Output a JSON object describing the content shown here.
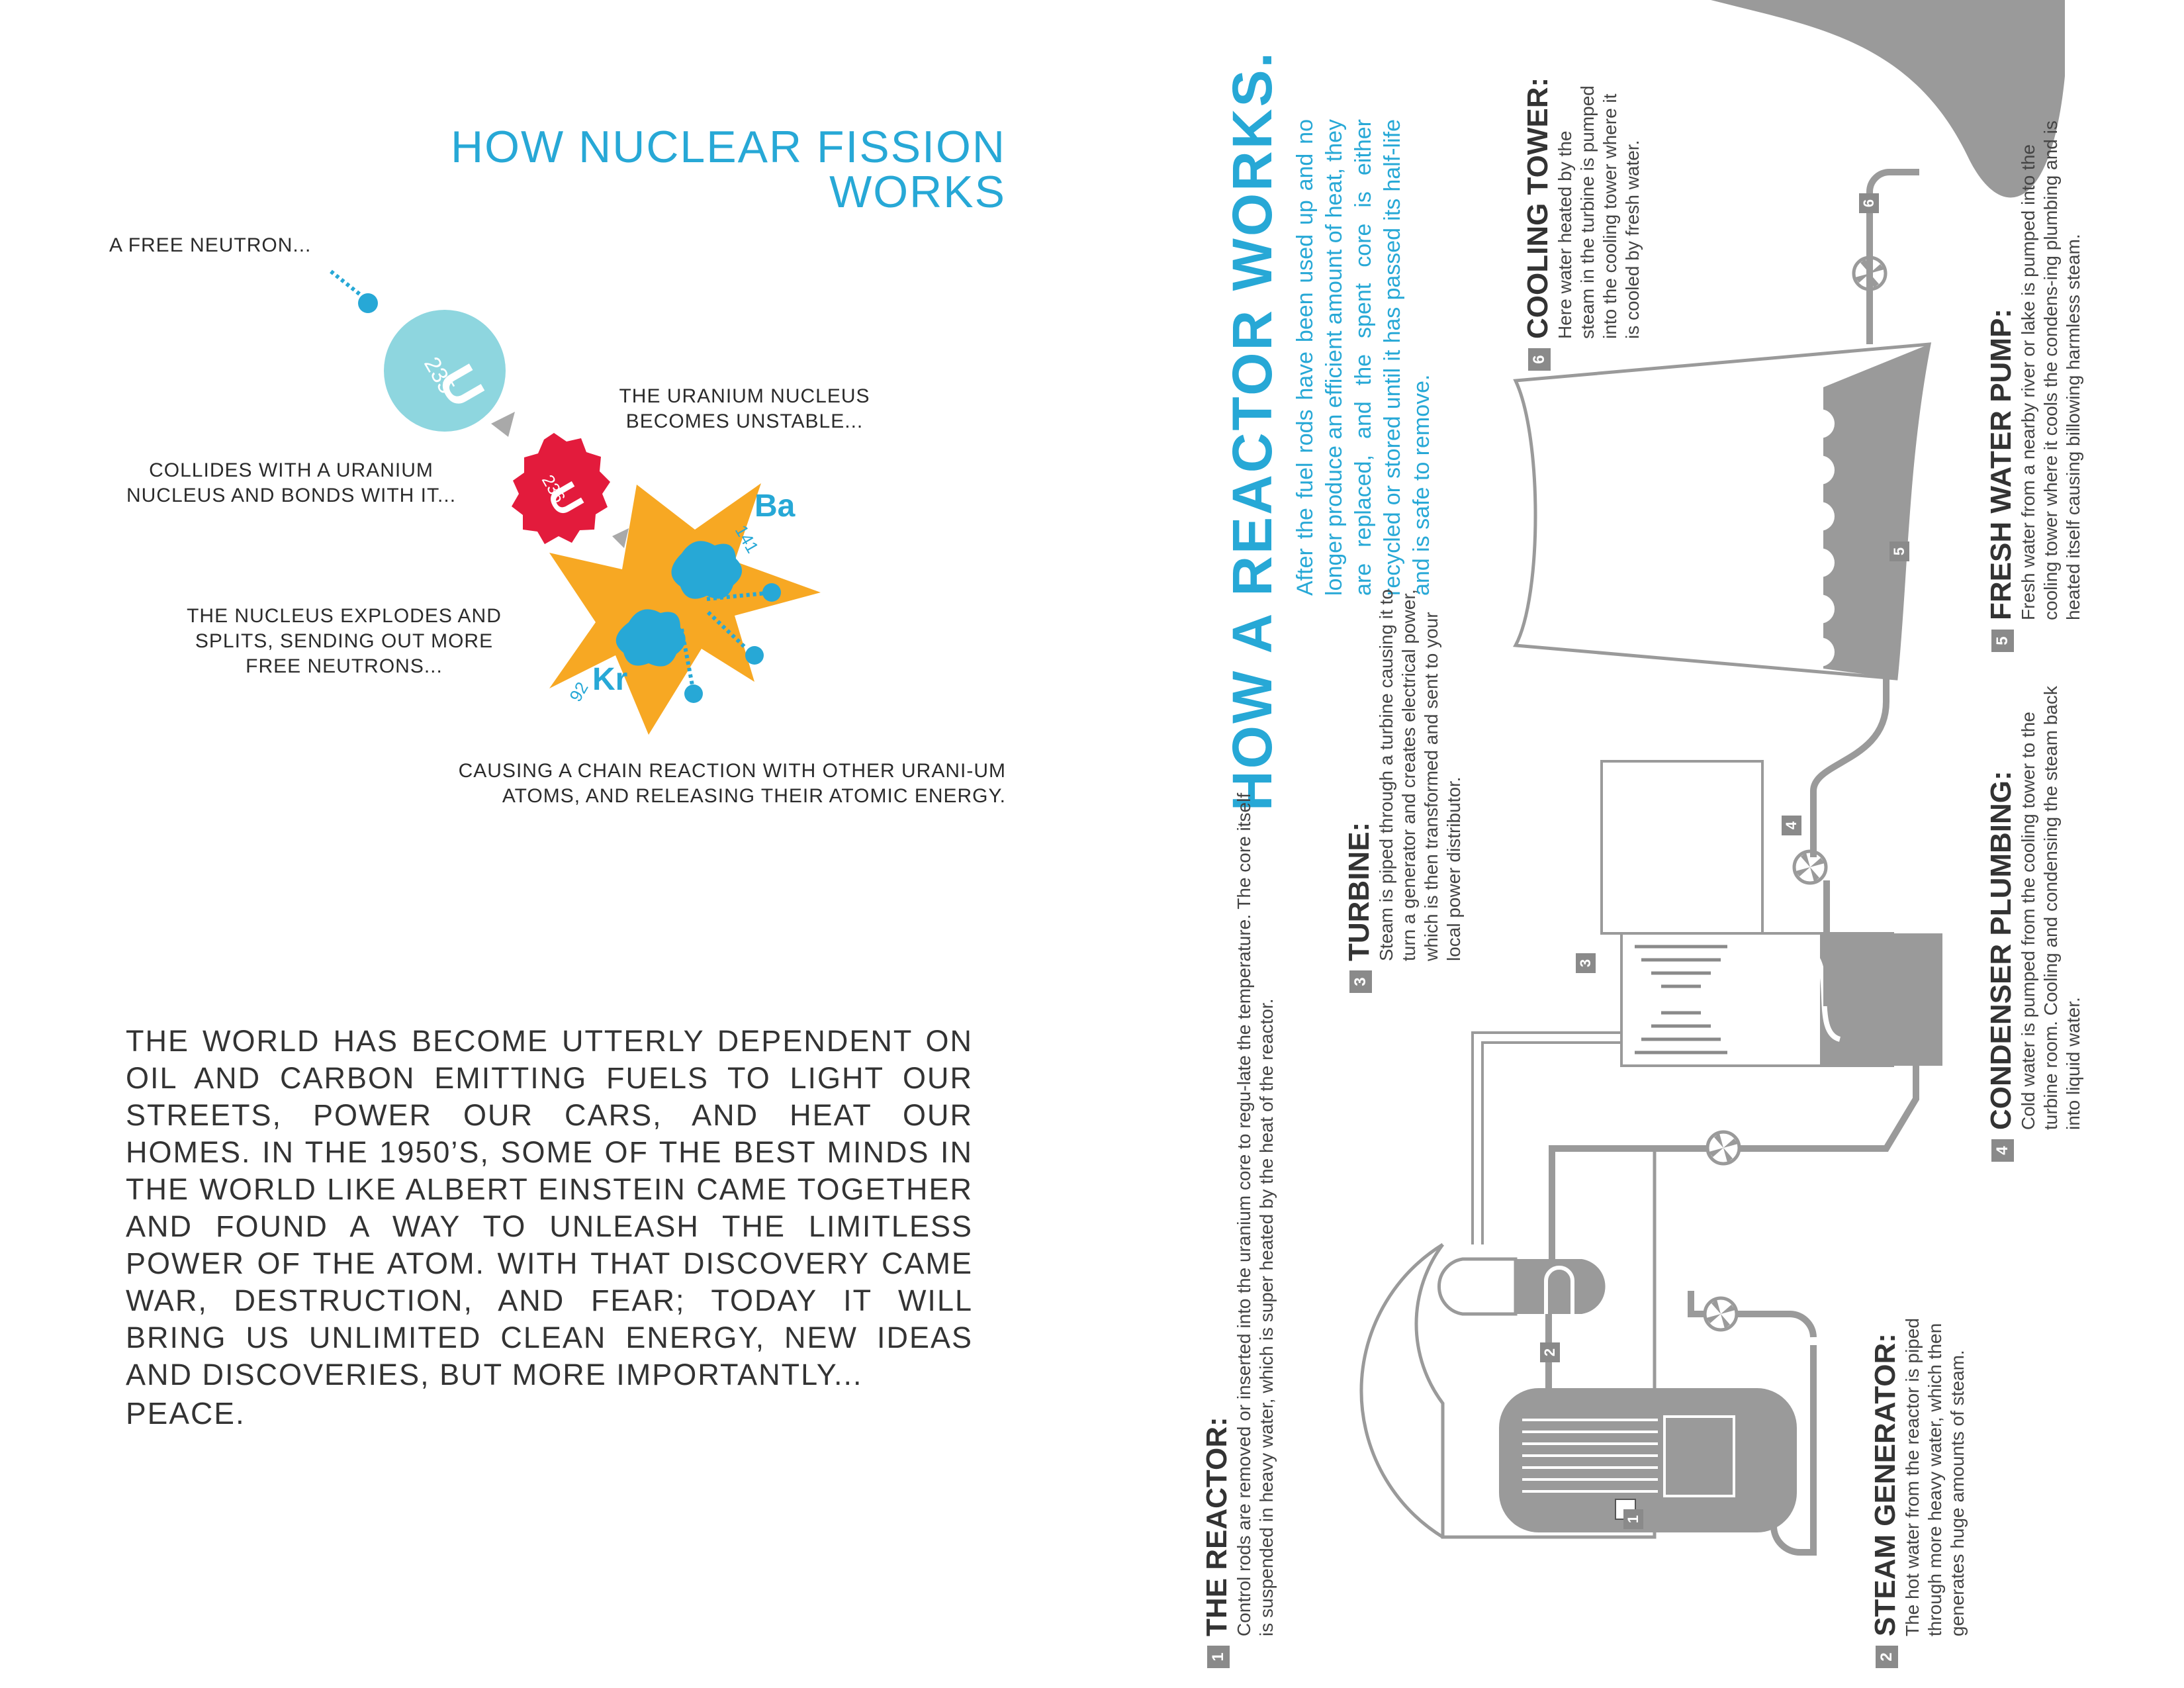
{
  "fission": {
    "title": "HOW NUCLEAR FISSION WORKS",
    "steps": [
      "A FREE NEUTRON...",
      "COLLIDES WITH A URANIUM NUCLEUS AND BONDS WITH IT...",
      "THE URANIUM NUCLEUS BECOMES UNSTABLE...",
      "THE NUCLEUS EXPLODES AND SPLITS, SENDING OUT MORE FREE NEUTRONS...",
      "CAUSING A CHAIN REACTION WITH OTHER URANI-UM ATOMS, AND RELEASING THEIR ATOMIC ENERGY."
    ],
    "u235_mass": "235",
    "u236_mass": "236",
    "u_symbol": "U",
    "kr_mass": "92",
    "kr_symbol": "Kr",
    "ba_mass": "141",
    "ba_symbol": "Ba"
  },
  "essay": {
    "paragraph": "THE WORLD HAS BECOME UTTERLY DEPENDENT ON OIL AND CARBON EMITTING FUELS TO LIGHT OUR STREETS, POWER OUR CARS, AND HEAT OUR HOMES. IN THE 1950’S, SOME OF THE BEST MINDS IN THE WORLD LIKE ALBERT EINSTEIN CAME TOGETHER AND FOUND A WAY TO UNLEASH THE LIMITLESS POWER OF THE ATOM. WITH THAT DISCOVERY CAME WAR, DESTRUCTION, AND FEAR; TODAY IT WILL BRING US UNLIMITED CLEAN ENERGY, NEW IDEAS AND DISCOVERIES, BUT MORE IMPORTANTLY...",
    "closing": "PEACE."
  },
  "reactor": {
    "title": "HOW A REACTOR WORKS.",
    "intro": "After the fuel rods have been used up and no longer produce an efficient amount of heat, they are replaced, and the spent core is either recycled or stored until it has passed its half-life and is safe to remove.",
    "components": [
      {
        "num": "1",
        "name": "THE REACTOR:",
        "text": "Control rods are removed or inserted into the uranium core to regu-late the temperature. The core itself is suspended in heavy water, which is super heated by the heat of the reactor."
      },
      {
        "num": "2",
        "name": "STEAM GENERATOR:",
        "text": "The hot water from the reactor is piped through more heavy water, which then generates huge amounts of steam."
      },
      {
        "num": "3",
        "name": "TURBINE:",
        "text": "Steam is piped through a turbine causing it to turn a generator and creates electrical power, which is then transformed and sent to your local power distributor."
      },
      {
        "num": "4",
        "name": "CONDENSER PLUMBING:",
        "text": "Cold water is pumped from the cooling tower to the turbine room. Cooling and condensing the steam back into liquid water."
      },
      {
        "num": "5",
        "name": "FRESH WATER PUMP:",
        "text": "Fresh water from a nearby river or lake is pumped into the cooling tower where it cools the condens-ing plumbing and is heated itself causing billowing harmless steam."
      },
      {
        "num": "6",
        "name": "COOLING TOWER:",
        "text": "Here water heated by the steam in the turbine is pumped into the cooling tower where it is cooled by fresh water."
      }
    ]
  },
  "colors": {
    "accent_blue": "#27a8d6",
    "uranium_light": "#8ed6df",
    "uranium_red": "#e31b3c",
    "explosion": "#f7a823",
    "diagram_gray": "#9a9a9a"
  }
}
